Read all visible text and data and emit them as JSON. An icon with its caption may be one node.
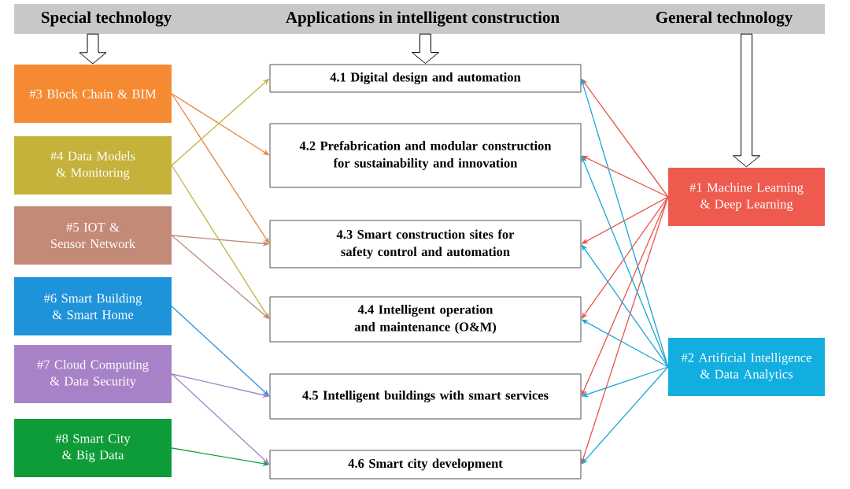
{
  "diagram": {
    "nodes": [
      {
        "text": [
          "Special technology",
          "Applications in intelligent construction",
          "General technology"
        ]
      },
      {
        "text": [
          "#3 Block Chain & BIM"
        ]
      },
      {
        "text": [
          "#4 Data Models & Monitoring"
        ]
      },
      {
        "text": [
          "#5 IOT & Sensor Network"
        ]
      },
      {
        "text": [
          "#6 Smart Building & Smart Home"
        ]
      },
      {
        "text": [
          "#7 Cloud Computing & Data Security"
        ]
      },
      {
        "text": [
          "#8 Smart City & Big Data"
        ]
      },
      {
        "text": [
          "4.1 Digital design and automation"
        ]
      },
      {
        "text": [
          "4.2 Prefabrication and modular construction for sustainability and innovation"
        ]
      },
      {
        "text": [
          "4.3 Smart construction sites for safety control and automation"
        ]
      },
      {
        "text": [
          "4.4 Intelligent operation and maintenance (O&M)"
        ]
      },
      {
        "text": [
          "4.5 Intelligent buildings with smart services"
        ]
      },
      {
        "text": [
          "4.6 Smart city development"
        ]
      },
      {
        "text": [
          "#1 Machine Learning & Deep Learning"
        ]
      },
      {
        "text": [
          "#2 Artificial Intelligence & Data Analytics"
        ]
      }
    ],
    "edges": [
      {
        "from": 0,
        "to": 1,
        "arrow": "to",
        "style": "thick",
        "color": "#000000"
      },
      {
        "from": 0,
        "to": 7,
        "arrow": "to",
        "style": "thick",
        "color": "#000000"
      },
      {
        "from": 0,
        "to": 13,
        "arrow": "to",
        "style": "thick",
        "color": "#000000"
      },
      {
        "from": 1,
        "to": 8,
        "arrow": "to",
        "color": "#e8843a"
      },
      {
        "from": 1,
        "to": 9,
        "arrow": "to",
        "color": "#e8843a"
      },
      {
        "from": 2,
        "to": 7,
        "arrow": "to",
        "color": "#c4b23a"
      },
      {
        "from": 2,
        "to": 10,
        "arrow": "to",
        "color": "#c4b23a"
      },
      {
        "from": 3,
        "to": 9,
        "arrow": "to",
        "color": "#bf8a7c"
      },
      {
        "from": 3,
        "to": 10,
        "arrow": "to",
        "color": "#bf8a7c"
      },
      {
        "from": 4,
        "to": 11,
        "arrow": "to",
        "color": "#2a90d6"
      },
      {
        "from": 5,
        "to": 11,
        "arrow": "to",
        "color": "#a882c7"
      },
      {
        "from": 5,
        "to": 12,
        "arrow": "to",
        "color": "#a882c7"
      },
      {
        "from": 6,
        "to": 12,
        "arrow": "to",
        "color": "#17a040"
      },
      {
        "from": 13,
        "to": 7,
        "arrow": "to",
        "color": "#e8554a"
      },
      {
        "from": 13,
        "to": 8,
        "arrow": "to",
        "color": "#e8554a"
      },
      {
        "from": 13,
        "to": 9,
        "arrow": "to",
        "color": "#e8554a"
      },
      {
        "from": 13,
        "to": 10,
        "arrow": "to",
        "color": "#e8554a"
      },
      {
        "from": 13,
        "to": 11,
        "arrow": "to",
        "color": "#e8554a"
      },
      {
        "from": 13,
        "to": 12,
        "arrow": "to",
        "color": "#e8554a"
      },
      {
        "from": 14,
        "to": 7,
        "arrow": "to",
        "color": "#1aa7d4"
      },
      {
        "from": 14,
        "to": 8,
        "arrow": "to",
        "color": "#1aa7d4"
      },
      {
        "from": 14,
        "to": 9,
        "arrow": "to",
        "color": "#1aa7d4"
      },
      {
        "from": 14,
        "to": 10,
        "arrow": "to",
        "color": "#1aa7d4"
      },
      {
        "from": 14,
        "to": 11,
        "arrow": "to",
        "color": "#1aa7d4"
      },
      {
        "from": 14,
        "to": 12,
        "arrow": "to",
        "color": "#1aa7d4"
      }
    ]
  }
}
